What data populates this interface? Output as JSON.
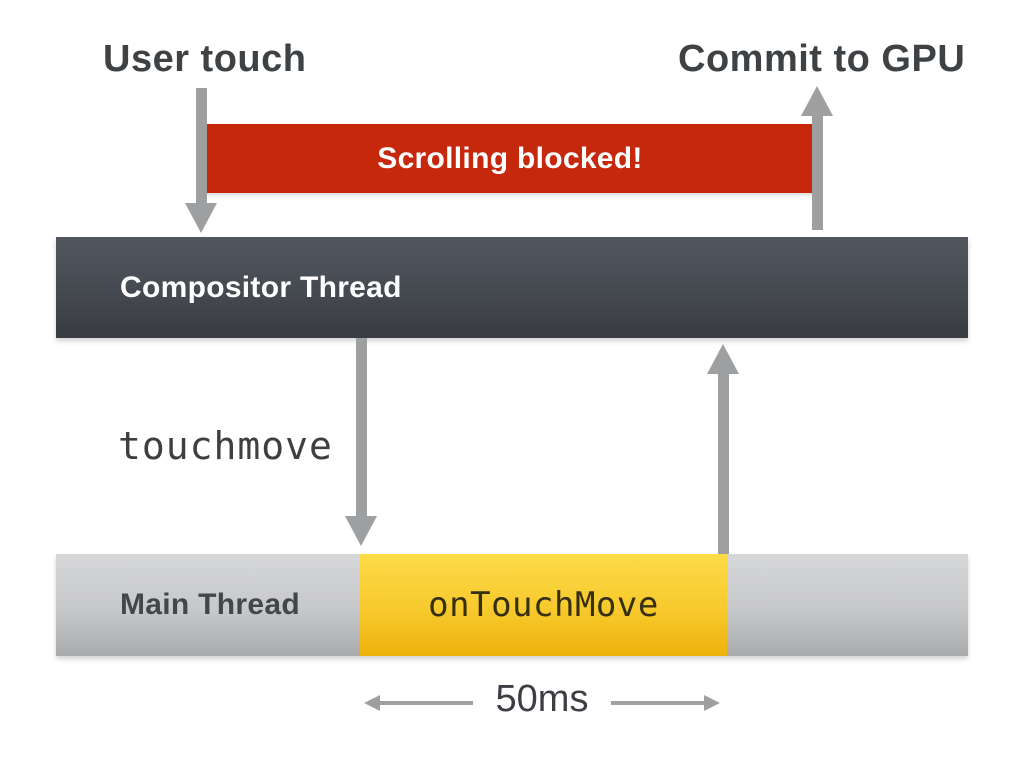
{
  "diagram": {
    "top_labels": {
      "left": "User touch",
      "right": "Commit to GPU"
    },
    "banner": {
      "label": "Scrolling blocked!"
    },
    "compositor": {
      "label": "Compositor Thread"
    },
    "event": {
      "label": "touchmove"
    },
    "main_thread": {
      "label": "Main Thread",
      "task": {
        "label": "onTouchMove"
      }
    },
    "duration": {
      "label": "50ms"
    },
    "arrows": [
      {
        "name": "user-touch-down-arrow",
        "direction": "down",
        "from": "User touch",
        "to": "Compositor Thread"
      },
      {
        "name": "commit-to-gpu-up-arrow",
        "direction": "up",
        "from": "Compositor Thread",
        "to": "Commit to GPU"
      },
      {
        "name": "touchmove-dispatch-down-arrow",
        "direction": "down",
        "from": "Compositor Thread",
        "to": "Main Thread"
      },
      {
        "name": "handler-return-up-arrow",
        "direction": "up",
        "from": "Main Thread",
        "to": "Compositor Thread"
      },
      {
        "name": "duration-left-arrow",
        "direction": "left"
      },
      {
        "name": "duration-right-arrow",
        "direction": "right"
      }
    ],
    "colors": {
      "banner_red": "#c5280a",
      "banner_text": "#ffffff",
      "compositor_gradient_top": "#52565f",
      "compositor_gradient_bottom": "#393c42",
      "compositor_text": "#ffffff",
      "main_gray_gradient_top": "#d6d7d9",
      "main_gray_gradient_bottom": "#a8aaac",
      "task_yellow_gradient_top": "#fcdb48",
      "task_yellow_gradient_bottom": "#eeb20d",
      "arrow_gray": "#9e9fa1",
      "heading_text": "#3f4245",
      "background": "#ffffff"
    }
  }
}
